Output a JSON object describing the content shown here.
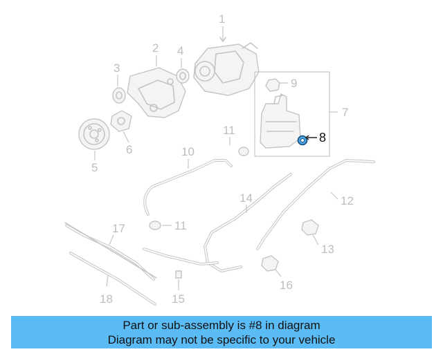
{
  "diagram": {
    "callouts": {
      "c1": "1",
      "c2": "2",
      "c3": "3",
      "c4": "4",
      "c5": "5",
      "c6": "6",
      "c7": "7",
      "c8": "8",
      "c9": "9",
      "c10": "10",
      "c11a": "11",
      "c11b": "11",
      "c12": "12",
      "c13": "13",
      "c14": "14",
      "c15": "15",
      "c16": "16",
      "c17": "17",
      "c18": "18"
    },
    "highlight_color": "#4aa3e0",
    "line_color": "#c4c4c4"
  },
  "caption": {
    "line1": "Part or sub-assembly is #8 in diagram",
    "line2": "Diagram may not be specific to your vehicle",
    "background": "#5bbcf5"
  }
}
